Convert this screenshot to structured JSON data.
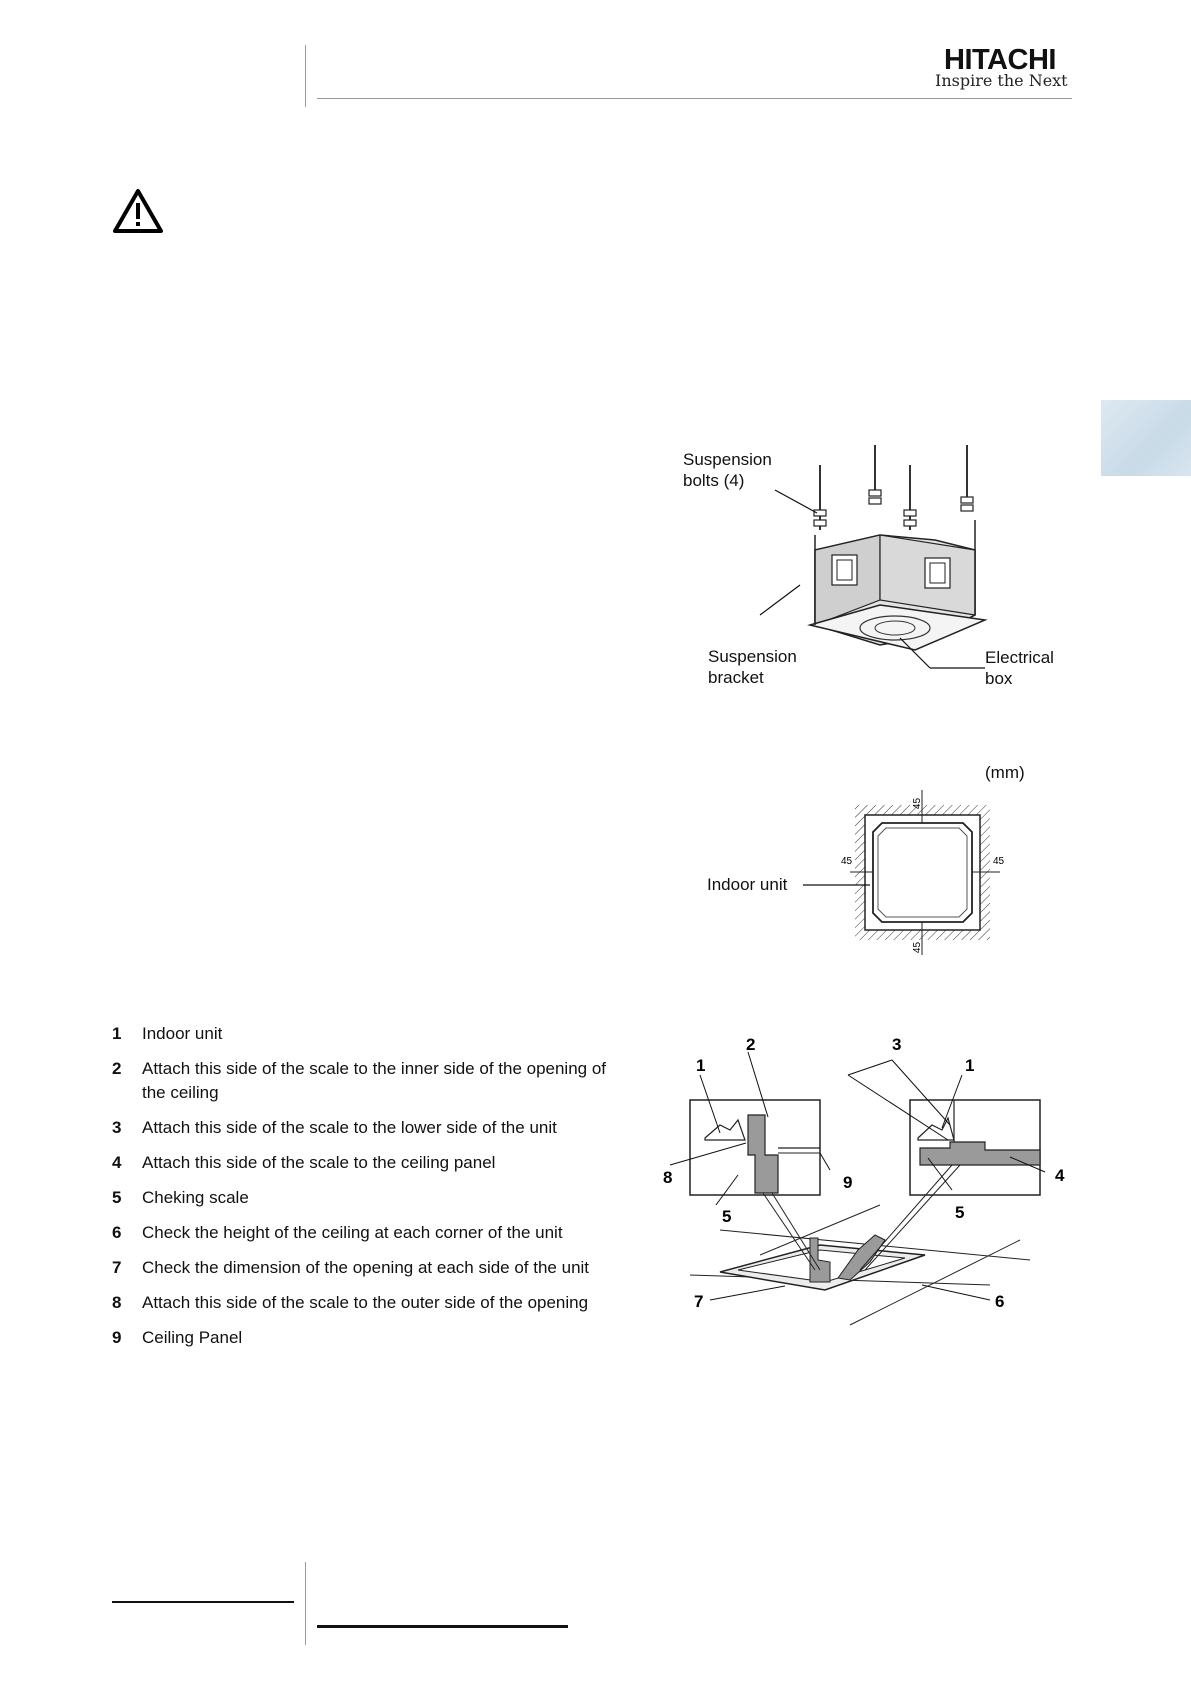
{
  "header": {
    "brand": "HITACHI",
    "tagline": "Inspire the Next"
  },
  "warning_icon": "warning-triangle-icon",
  "figure1": {
    "label_bolts": [
      "Suspension",
      "bolts (4)"
    ],
    "label_bracket": [
      "Suspension",
      "bracket"
    ],
    "label_box": [
      "Electrical",
      "box"
    ]
  },
  "figure2": {
    "unit": "(mm)",
    "label_indoor": "Indoor unit",
    "dim_top": "45",
    "dim_bottom": "45",
    "dim_left": "45",
    "dim_right": "45"
  },
  "legend": [
    {
      "num": "1",
      "text": "Indoor unit"
    },
    {
      "num": "2",
      "text": "Attach this side of the scale to the inner side of the opening of the ceiling"
    },
    {
      "num": "3",
      "text": "Attach this side of the scale to the lower side of the unit"
    },
    {
      "num": "4",
      "text": "Attach this side of the scale to the ceiling panel"
    },
    {
      "num": "5",
      "text": "Cheking scale"
    },
    {
      "num": "6",
      "text": "Check the height of the ceiling at each corner of the unit"
    },
    {
      "num": "7",
      "text": "Check the dimension of the opening at each side of the unit"
    },
    {
      "num": "8",
      "text": "Attach this side of the scale to the outer side of the opening"
    },
    {
      "num": "9",
      "text": "Ceiling Panel"
    }
  ],
  "figure3": {
    "callouts": [
      "1",
      "2",
      "3",
      "1",
      "4",
      "5",
      "5",
      "6",
      "7",
      "8",
      "9"
    ]
  }
}
